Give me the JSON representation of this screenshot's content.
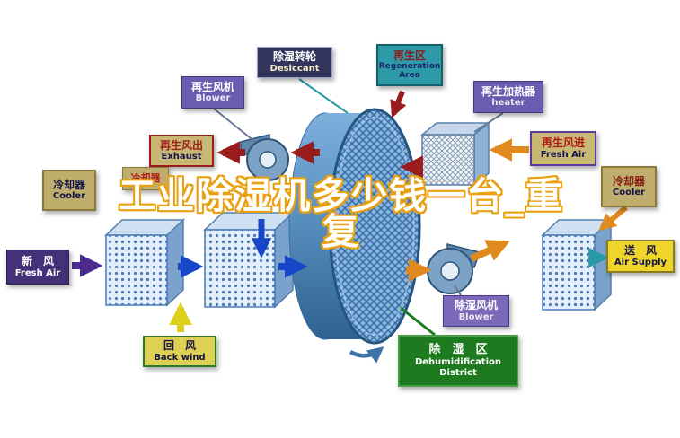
{
  "watermark": {
    "line1": "工业除湿机多少钱一台_重",
    "line2": "复"
  },
  "labels": {
    "desiccant": {
      "zh": "除湿转轮",
      "en": "Desiccant"
    },
    "regen_area": {
      "zh": "再生区",
      "en": "Regeneration Area"
    },
    "regen_blower": {
      "zh": "再生风机",
      "en": "Blower"
    },
    "regen_heater": {
      "zh": "再生加热器",
      "en": "heater"
    },
    "exhaust": {
      "zh": "再生风出",
      "en": "Exhaust"
    },
    "regen_fresh_air": {
      "zh": "再生风进",
      "en": "Fresh Air"
    },
    "cooler_left": {
      "zh": "冷却器",
      "en": "Cooler"
    },
    "cooler_small": {
      "zh": "冷却器"
    },
    "cooler_right": {
      "zh": "冷却器",
      "en": "Cooler"
    },
    "fresh_air": {
      "zh": "新　风",
      "en": "Fresh Air"
    },
    "air_supply": {
      "zh": "送　风",
      "en": "Air Supply"
    },
    "back_wind": {
      "zh": "回　风",
      "en": "Back wind"
    },
    "dehum_blower": {
      "zh": "除湿风机",
      "en": "Blower"
    },
    "dehum_district": {
      "zh": "除　湿　区",
      "en_line1": "Dehumidification",
      "en_line2": "District"
    }
  },
  "colors": {
    "regen_flow": "#9b1c1c",
    "heat_flow": "#e0891e",
    "supply_flow": "#1747c8",
    "fresh_flow": "#4a2d8f",
    "return_flow": "#ddd018",
    "teal_accent": "#2a98a8",
    "rotor_blue": "#5890c0",
    "watermark_outline": "#e9a112"
  }
}
